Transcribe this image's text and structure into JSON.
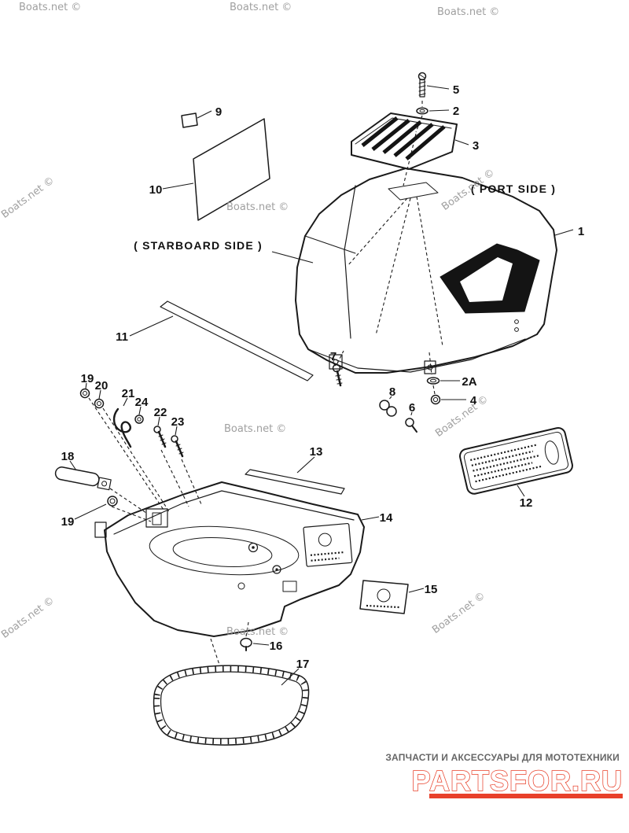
{
  "watermark": {
    "text": "Boats.net ©"
  },
  "colors": {
    "ink": "#1a1a1a",
    "watermark_gray": "#8f8f8f",
    "brand_red": "#e8402a"
  },
  "diagram": {
    "side_labels": {
      "starboard": "( STARBOARD SIDE )",
      "port": "( PORT SIDE )"
    },
    "parts": [
      {
        "ref": "1"
      },
      {
        "ref": "2"
      },
      {
        "ref": "2A"
      },
      {
        "ref": "3"
      },
      {
        "ref": "4"
      },
      {
        "ref": "5"
      },
      {
        "ref": "6"
      },
      {
        "ref": "7"
      },
      {
        "ref": "8"
      },
      {
        "ref": "9"
      },
      {
        "ref": "10"
      },
      {
        "ref": "11"
      },
      {
        "ref": "12"
      },
      {
        "ref": "13"
      },
      {
        "ref": "14"
      },
      {
        "ref": "15"
      },
      {
        "ref": "16"
      },
      {
        "ref": "17"
      },
      {
        "ref": "18"
      },
      {
        "ref": "19"
      },
      {
        "ref": "19"
      },
      {
        "ref": "20"
      },
      {
        "ref": "21"
      },
      {
        "ref": "22"
      },
      {
        "ref": "23"
      },
      {
        "ref": "24"
      }
    ]
  },
  "footer": {
    "tagline": "ЗАПЧАСТИ И АКСЕССУАРЫ ДЛЯ МОТОТЕХНИКИ",
    "brand": "PARTSFOR.RU",
    "brand_color": "#e8402a"
  }
}
